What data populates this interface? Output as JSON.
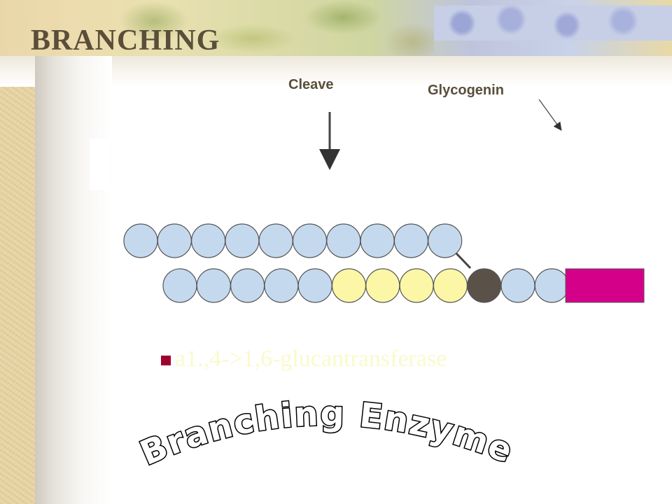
{
  "slide": {
    "title": "BRANCHING",
    "labels": {
      "cleave": "Cleave",
      "glycogenin": "Glycogenin"
    },
    "bullet": "a1.,4->1,6-glucantransferase",
    "banner_text": "Branching Enzyme"
  },
  "diagram": {
    "top_chain": [
      "glucose",
      "glucose",
      "glucose",
      "glucose",
      "glucose",
      "glucose",
      "glucose",
      "glucose",
      "glucose",
      "glucose"
    ],
    "bottom_chain": [
      "glucose",
      "glucose",
      "glucose",
      "glucose",
      "glucose",
      "yellow",
      "yellow",
      "yellow",
      "yellow",
      "branch-point",
      "glucose",
      "glucose"
    ],
    "colors": {
      "glucose": "#c5d9ee",
      "yellow": "#fbf7a6",
      "branch-point": "#5a5249",
      "glycogenin": "#d4008a",
      "bullet": "#a00030"
    }
  }
}
